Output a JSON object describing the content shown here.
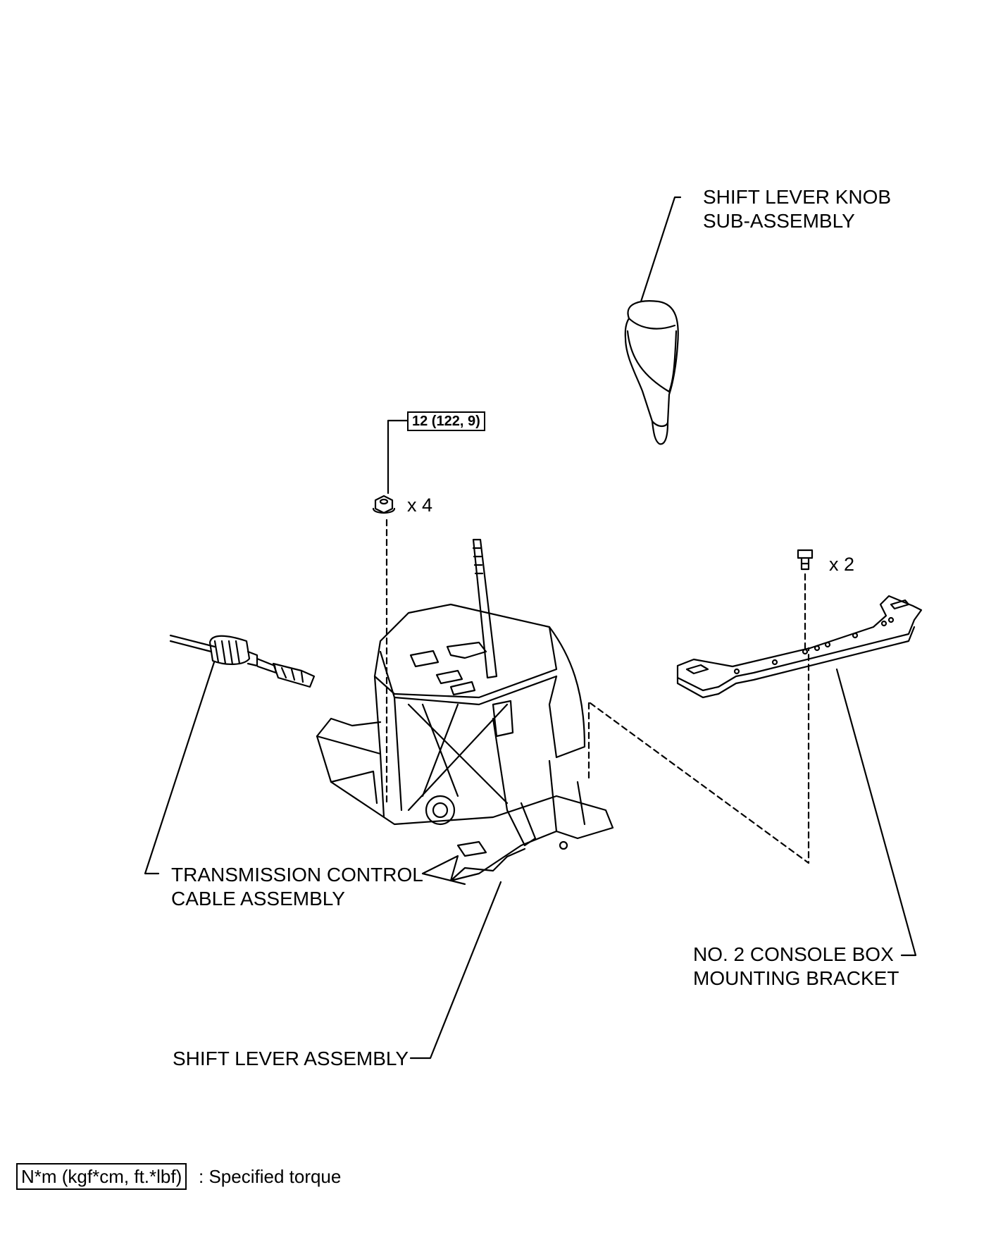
{
  "labels": {
    "knob_line1": "SHIFT LEVER KNOB",
    "knob_line2": "SUB-ASSEMBLY",
    "cable_line1": "TRANSMISSION CONTROL",
    "cable_line2": "CABLE ASSEMBLY",
    "bracket_line1": "NO. 2 CONSOLE BOX",
    "bracket_line2": "MOUNTING BRACKET",
    "shift_lever": "SHIFT LEVER ASSEMBLY"
  },
  "fasteners": {
    "nut_torque": "12 (122, 9)",
    "nut_qty": "x 4",
    "screw_qty": "x 2"
  },
  "legend": {
    "unit_box": "N*m (kgf*cm, ft.*lbf)",
    "description": ": Specified torque"
  },
  "colors": {
    "line": "#000000",
    "background": "#ffffff"
  }
}
